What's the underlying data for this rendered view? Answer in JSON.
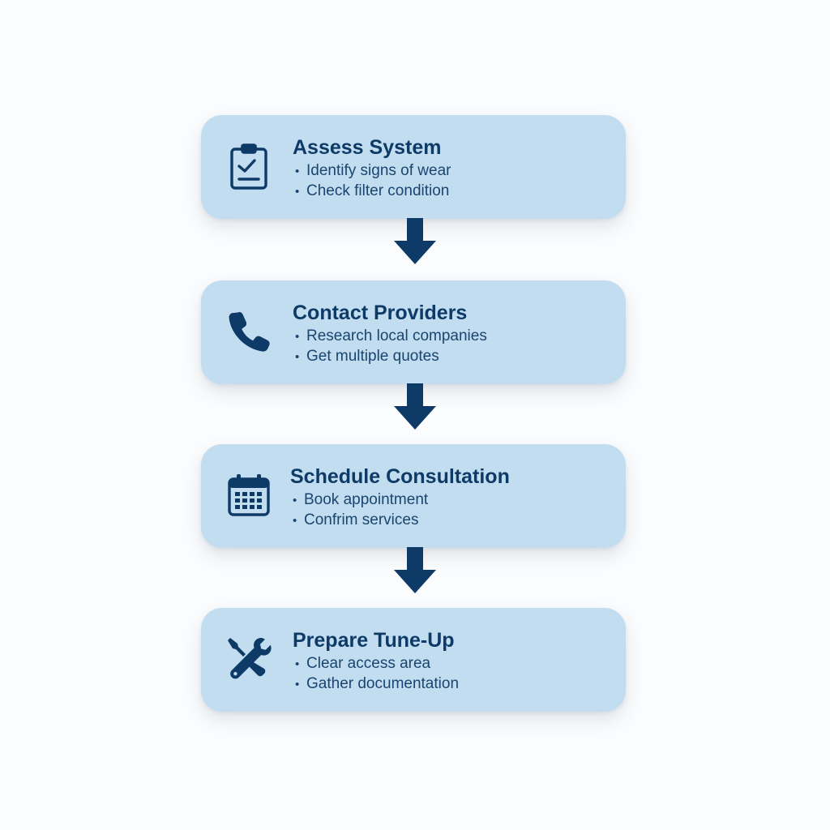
{
  "colors": {
    "card_background": "#c2ddf0",
    "accent_dark_blue": "#0d3a66",
    "page_background": "#fbfcfd"
  },
  "steps": [
    {
      "icon": "clipboard-check-icon",
      "title": "Assess System",
      "bullets": [
        "Identify signs of wear",
        "Check filter condition"
      ]
    },
    {
      "icon": "phone-icon",
      "title": "Contact Providers",
      "bullets": [
        "Research local companies",
        "Get multiple quotes"
      ]
    },
    {
      "icon": "calendar-icon",
      "title": "Schedule Consultation",
      "bullets": [
        "Book appointment",
        "Confrim services"
      ]
    },
    {
      "icon": "tools-icon",
      "title": "Prepare Tune-Up",
      "bullets": [
        "Clear access area",
        "Gather documentation"
      ]
    }
  ]
}
